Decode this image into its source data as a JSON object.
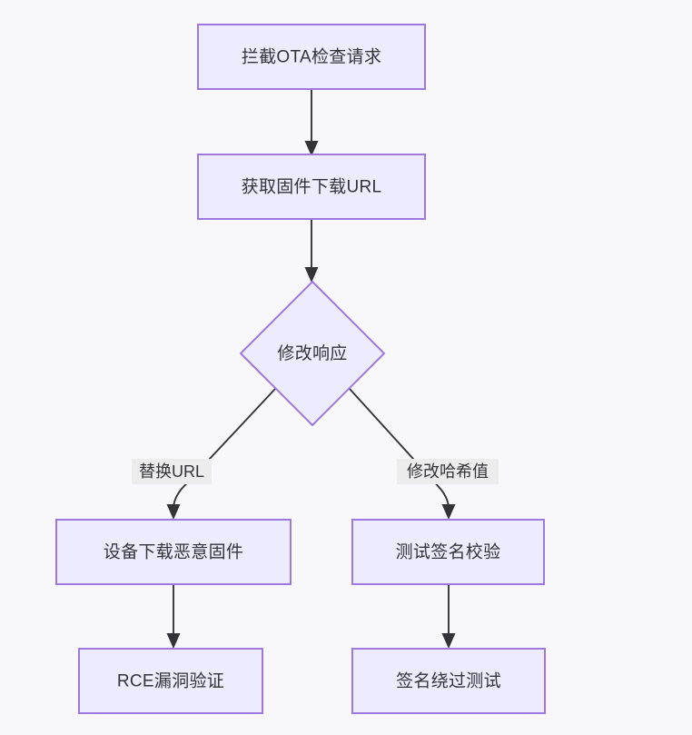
{
  "diagram": {
    "type": "flowchart",
    "direction": "top-down",
    "background_color": "#f8f8fb",
    "node_fill_color": "#ececfe",
    "node_border_color": "#9d78e0",
    "edge_color": "#333338",
    "edge_label_bg_color": "#ececec",
    "text_color": "#333338",
    "nodes": [
      {
        "id": "intercept",
        "label": "拦截OTA检查请求",
        "shape": "rectangle"
      },
      {
        "id": "get-url",
        "label": "获取固件下载URL",
        "shape": "rectangle"
      },
      {
        "id": "modify-response",
        "label": "修改响应",
        "shape": "diamond"
      },
      {
        "id": "download-malicious",
        "label": "设备下载恶意固件",
        "shape": "rectangle"
      },
      {
        "id": "test-signature",
        "label": "测试签名校验",
        "shape": "rectangle"
      },
      {
        "id": "rce-verify",
        "label": "RCE漏洞验证",
        "shape": "rectangle"
      },
      {
        "id": "signature-bypass",
        "label": "签名绕过测试",
        "shape": "rectangle"
      }
    ],
    "edges": [
      {
        "id": "e1",
        "from": "intercept",
        "to": "get-url",
        "label": ""
      },
      {
        "id": "e2",
        "from": "get-url",
        "to": "modify-response",
        "label": ""
      },
      {
        "id": "e3",
        "from": "modify-response",
        "to": "download-malicious",
        "label": "替换URL"
      },
      {
        "id": "e4",
        "from": "modify-response",
        "to": "test-signature",
        "label": "修改哈希值"
      },
      {
        "id": "e5",
        "from": "download-malicious",
        "to": "rce-verify",
        "label": ""
      },
      {
        "id": "e6",
        "from": "test-signature",
        "to": "signature-bypass",
        "label": ""
      }
    ]
  }
}
